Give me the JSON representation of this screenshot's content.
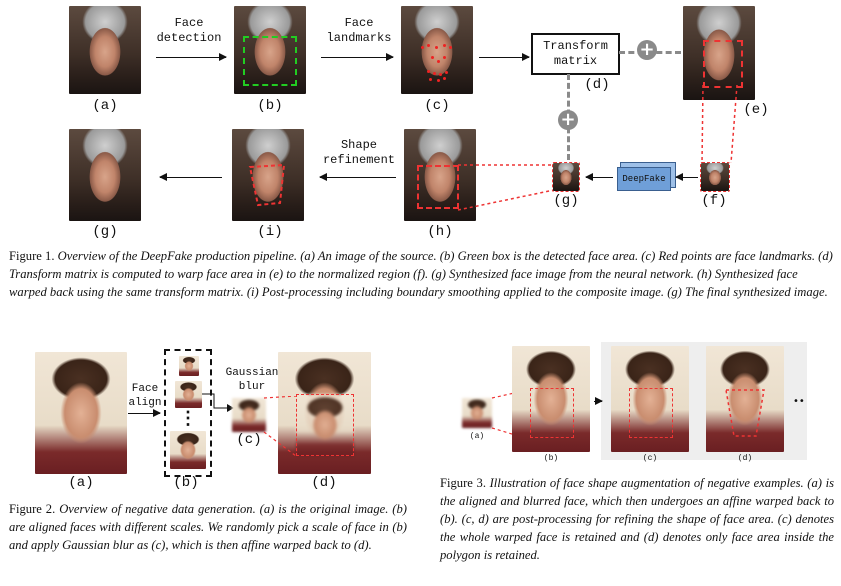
{
  "figure1": {
    "panel_labels": {
      "a": "(a)",
      "b": "(b)",
      "c": "(c)",
      "d": "(d)",
      "e": "(e)",
      "f": "(f)",
      "g": "(g)",
      "h": "(h)",
      "i": "(i)",
      "g2": "(g)"
    },
    "step_face_detection": "Face\ndetection",
    "step_face_landmarks": "Face\nlandmarks",
    "transform_matrix": "Transform\nmatrix",
    "step_shape_refinement": "Shape\nrefinement",
    "deepfake_box": "DeepFake",
    "plus_symbol": "+",
    "caption_lead": "Figure 1.",
    "caption_text": "Overview of the DeepFake production pipeline. (a) An image of the source. (b) Green box is the detected face area. (c) Red points are face landmarks. (d) Transform matrix is computed to warp face area in (e) to the normalized region (f). (g) Synthesized face image from the neural network. (h) Synthesized face warped back using the same transform matrix. (i) Post-processing including boundary smoothing applied to the composite image. (g) The final synthesized image."
  },
  "figure2": {
    "panel_labels": {
      "a": "(a)",
      "b": "(b)",
      "c": "(c)",
      "d": "(d)"
    },
    "step_face_align": "Face\nalign",
    "step_gaussian_blur": "Gaussian\nblur",
    "ellipsis": "⋮",
    "caption_lead": "Figure 2.",
    "caption_text": "Overview of negative data generation. (a) is the original image. (b) are aligned faces with different scales. We randomly pick a scale of face in (b) and apply Gaussian blur as (c), which is then affine warped back to (d)."
  },
  "figure3": {
    "panel_labels": {
      "a": "(a)",
      "b": "(b)",
      "c": "(c)",
      "d": "(d)"
    },
    "ellipsis": "••",
    "caption_lead": "Figure 3.",
    "caption_text": "Illustration of face shape augmentation of negative examples. (a) is the aligned and blurred face, which then undergoes an affine warped back to (b). (c, d) are post-processing for refining the shape of face area. (c) denotes the whole warped face is retained and (d) denotes only face area inside the polygon is retained."
  },
  "colors": {
    "red_dashed": "#e33333",
    "green_dashed": "#22cc22",
    "deepfake_box": "#6f9fd8",
    "plus_gray": "#8a8a8a"
  }
}
